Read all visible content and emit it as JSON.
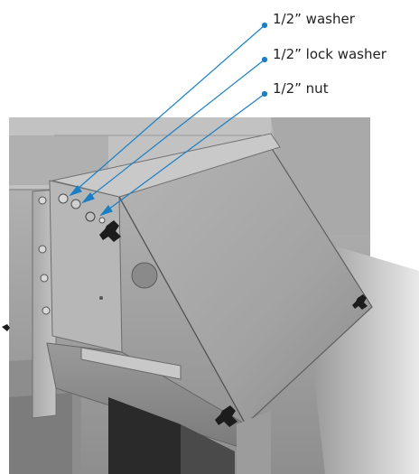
{
  "callouts": [
    {
      "label": "1/2” washer",
      "part": "washer"
    },
    {
      "label": "1/2” lock washer",
      "part": "lock-washer"
    },
    {
      "label": "1/2” nut",
      "part": "nut"
    }
  ],
  "colors": {
    "leader_line": "#1a7fc4",
    "metal_light": "#bdbdbd",
    "metal_mid": "#9b9b9b",
    "metal_dark": "#6f6f6f",
    "knob": "#1c1c1c"
  }
}
